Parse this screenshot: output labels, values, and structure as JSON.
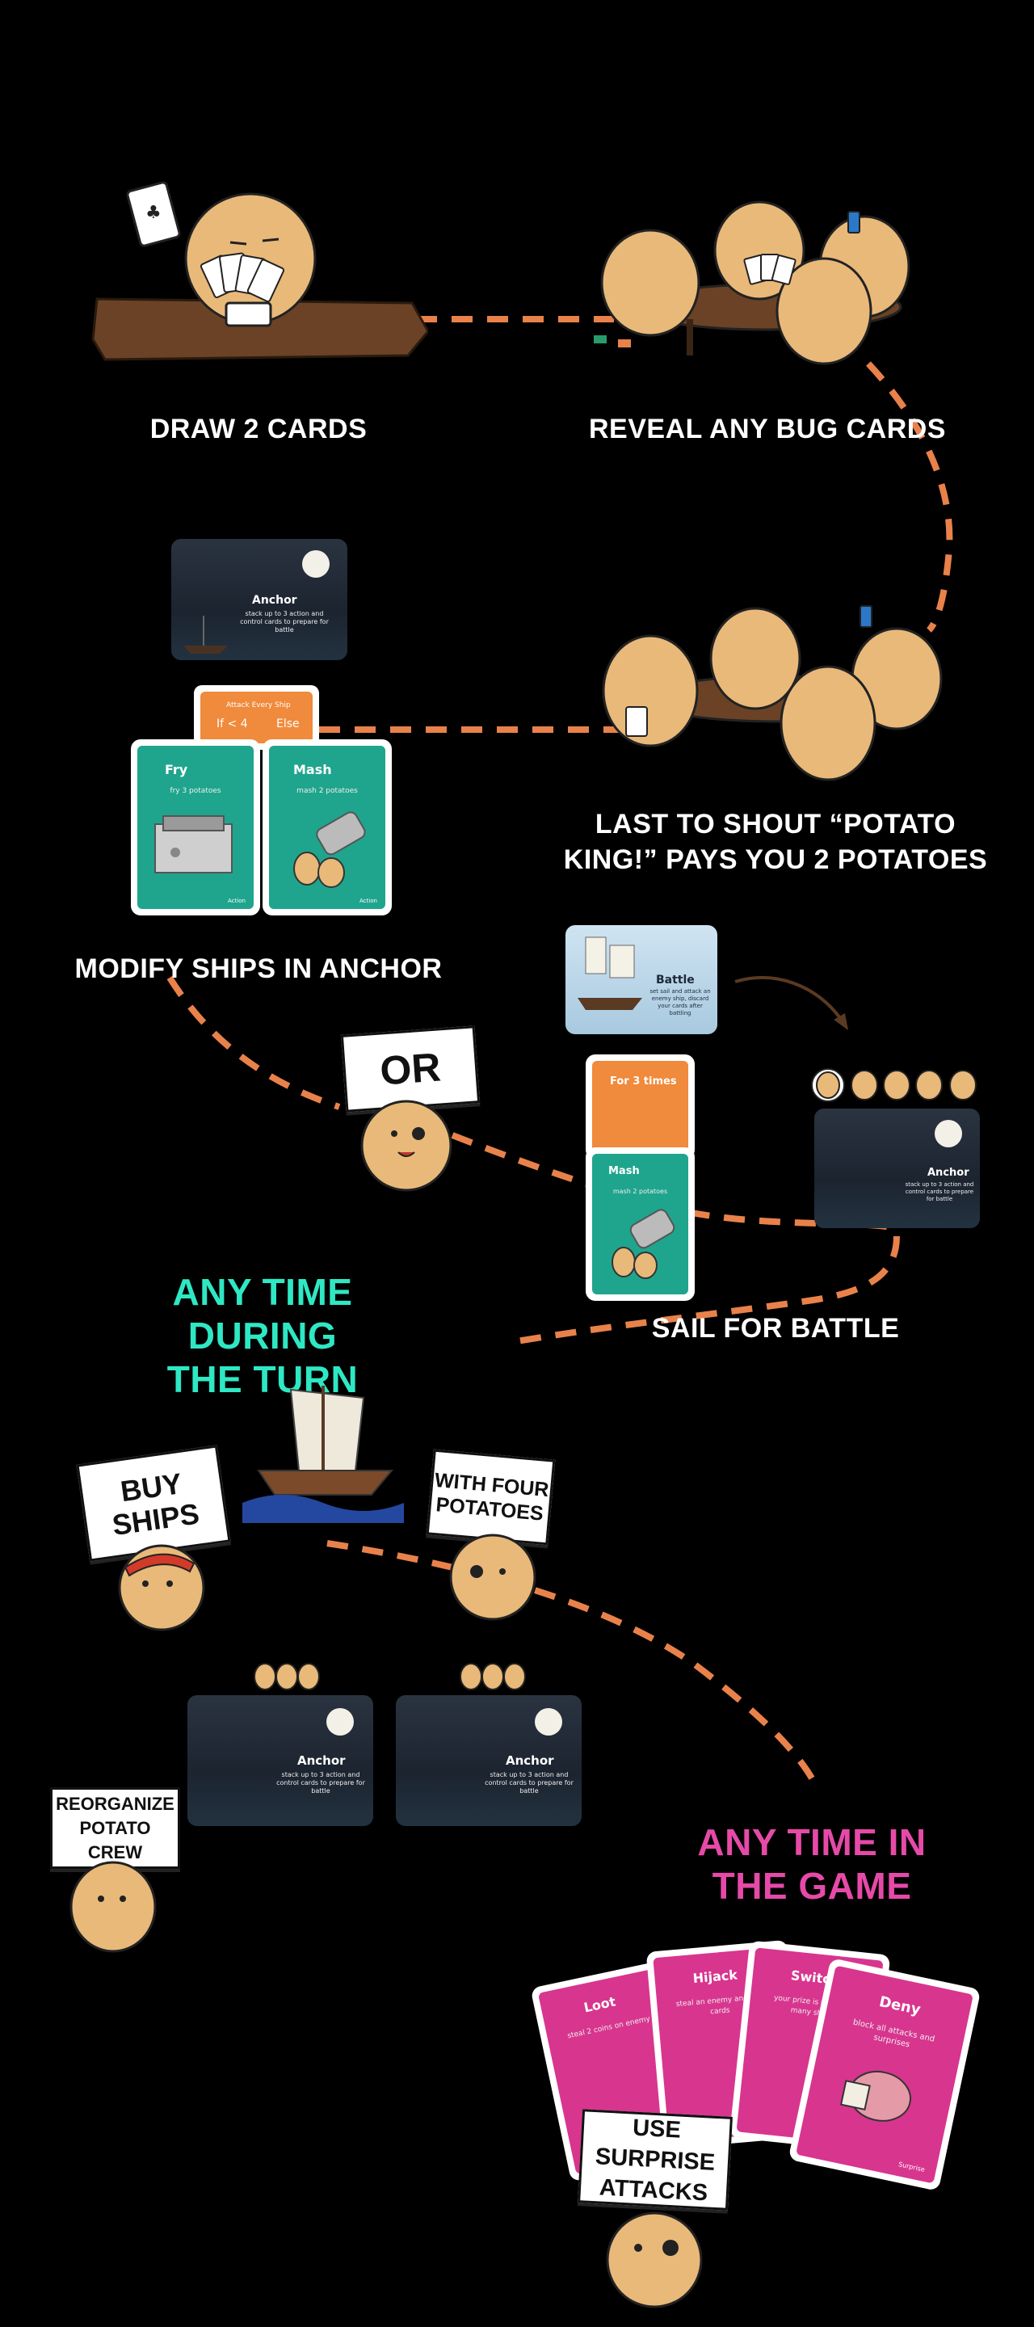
{
  "steps": {
    "draw": "DRAW 2 CARDS",
    "reveal": "REVEAL ANY BUG CARDS",
    "last_shout": "LAST TO SHOUT “POTATO\nKING!” PAYS YOU 2 POTATOES",
    "modify": "MODIFY SHIPS IN ANCHOR",
    "sail": "SAIL FOR BATTLE",
    "any_turn": "ANY TIME DURING\nTHE TURN",
    "any_game": "ANY TIME IN\nTHE GAME"
  },
  "signs": {
    "or": "OR",
    "buy": "BUY\nSHIPS",
    "four": "WITH FOUR\nPOTATOES",
    "reorg": "REORGANIZE\nPOTATO CREW",
    "surprise": "USE SURPRISE\nATTACKS"
  },
  "cards": {
    "anchor": {
      "title": "Anchor",
      "desc": "stack up to 3 action and control cards to prepare for battle"
    },
    "battle": {
      "title": "Battle",
      "desc": "set sail and attack an enemy ship, discard your cards after battling"
    },
    "attack_every": {
      "title": "Attack Every Ship",
      "cond": "If < 4",
      "else": "Else"
    },
    "fry": {
      "title": "Fry",
      "desc": "fry 3 potatoes",
      "tag": "Action"
    },
    "mash": {
      "title": "Mash",
      "desc": "mash 2 potatoes",
      "tag": "Action"
    },
    "for3": {
      "title": "For 3 times"
    },
    "loot": {
      "title": "Loot",
      "desc": "steal 2 coins on enemy"
    },
    "hijack": {
      "title": "Hijack",
      "desc": "steal an enemy and the cards"
    },
    "switch": {
      "title": "Switch",
      "desc": "your prize is dec how many ships"
    },
    "deny": {
      "title": "Deny",
      "desc": "block all attacks and surprises",
      "tag": "Surprise"
    }
  },
  "colors": {
    "path": "#e8824a",
    "teal_heading": "#2ee8c4",
    "pink_heading": "#e64aa8",
    "potato": "#e9b97a"
  }
}
